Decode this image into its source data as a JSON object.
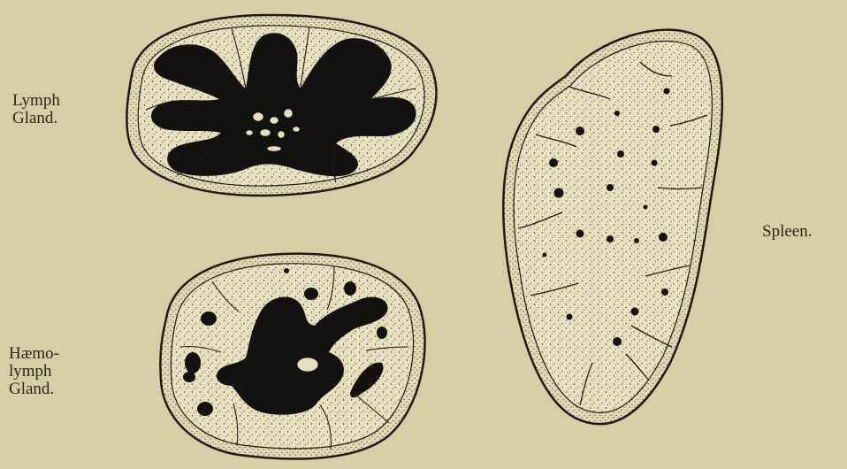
{
  "figure": {
    "labels": {
      "lymph_gland": "Lymph\nGland.",
      "haemolymph_gland": "Hæmo-\nlymph\nGland.",
      "spleen": "Spleen."
    },
    "colors": {
      "paper": "#d6cfa5",
      "tissue": "#e7dfbd",
      "ink": "#1c1a16"
    }
  }
}
